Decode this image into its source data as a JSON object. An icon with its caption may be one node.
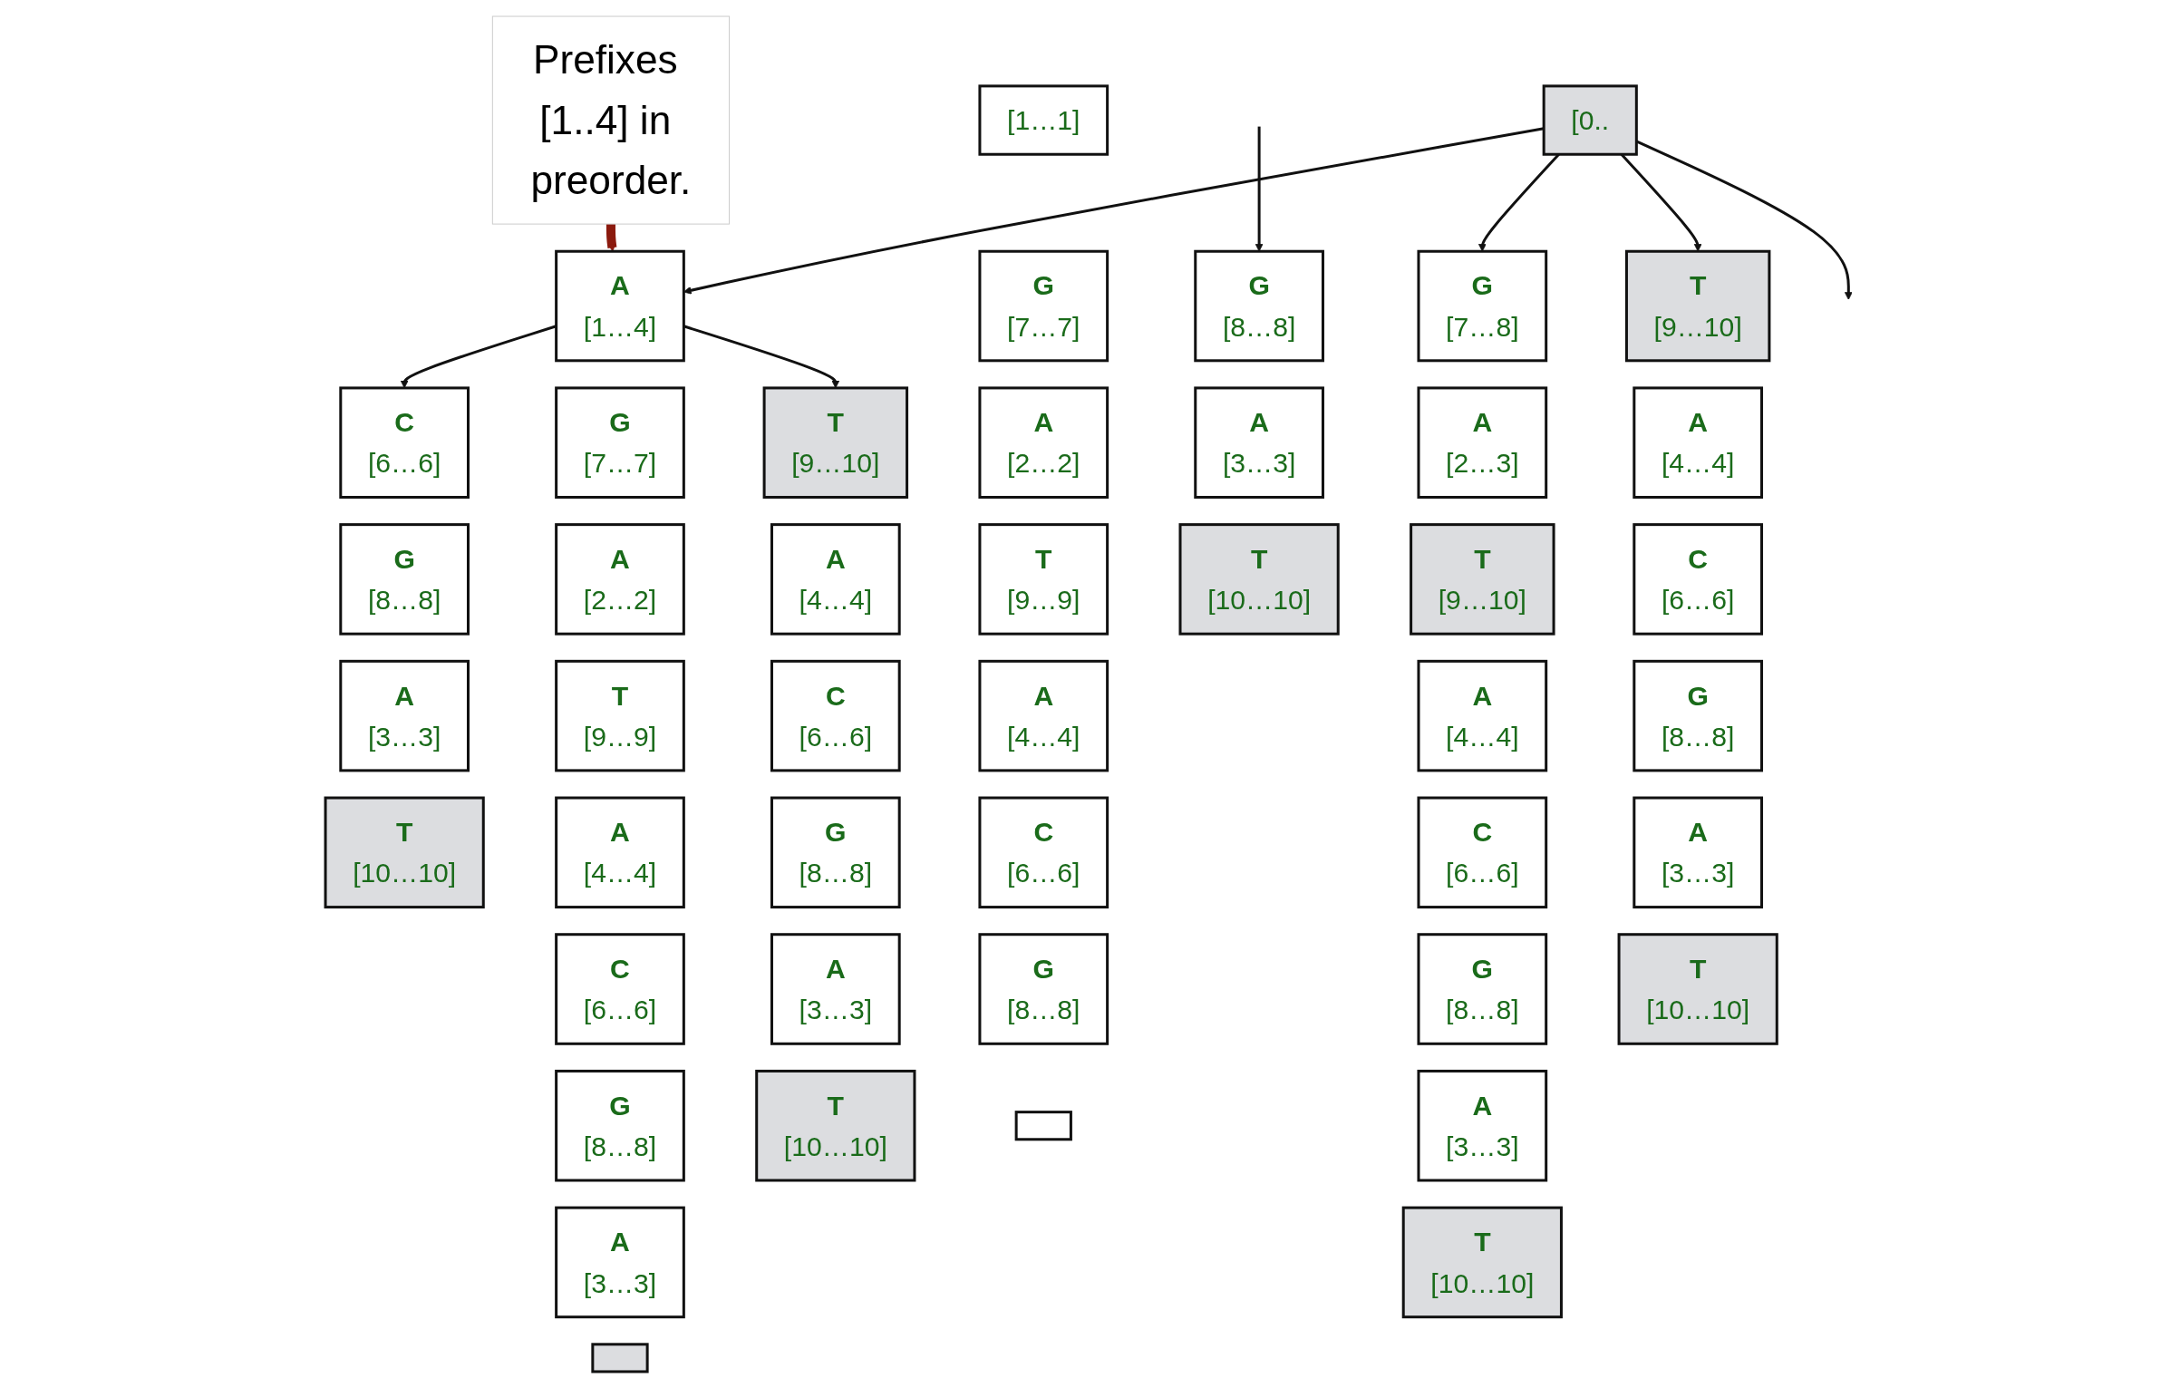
{
  "diagram": {
    "nodes": [
      {
        "text": [
          "[0.."
        ]
      },
      {
        "text": [
          "Prefixes [1..4] in preorder."
        ]
      },
      {
        "text": [
          "C",
          "[6…6]"
        ]
      },
      {
        "text": [
          "G",
          "[8…8]"
        ]
      },
      {
        "text": [
          "A",
          "[3…3]"
        ]
      },
      {
        "text": [
          "T",
          "[10…10]"
        ]
      },
      {
        "text": [
          "A",
          "[1…4]"
        ]
      },
      {
        "text": [
          "G",
          "[7…7]"
        ]
      },
      {
        "text": [
          "A",
          "[2…2]"
        ]
      },
      {
        "text": [
          "T",
          "[9…9]"
        ]
      },
      {
        "text": [
          "A",
          "[4…4]"
        ]
      },
      {
        "text": [
          "C",
          "[6…6]"
        ]
      },
      {
        "text": [
          "G",
          "[8…8]"
        ]
      },
      {
        "text": [
          "A",
          "[3…3]"
        ]
      },
      {
        "text": [],
        "shape": "box"
      },
      {
        "text": [
          "T",
          "[9…10]"
        ]
      },
      {
        "text": [
          "A",
          "[4…4]"
        ]
      },
      {
        "text": [
          "C",
          "[6…6]"
        ]
      },
      {
        "text": [
          "G",
          "[8…8]"
        ]
      },
      {
        "text": [
          "A",
          "[3…3]"
        ]
      },
      {
        "text": [
          "T",
          "[10…10]"
        ]
      },
      {
        "text": [
          "[1…1]"
        ]
      },
      {
        "text": [
          "G",
          "[7…7]"
        ]
      },
      {
        "text": [
          "A",
          "[2…2]"
        ]
      },
      {
        "text": [
          "T",
          "[9…9]"
        ]
      },
      {
        "text": [
          "A",
          "[4…4]"
        ]
      },
      {
        "text": [
          "C",
          "[6…6]"
        ]
      },
      {
        "text": [
          "G",
          "[8…8]"
        ]
      },
      {
        "text": [],
        "shape": "box"
      },
      {
        "text": [
          "G",
          "[8…8]"
        ]
      },
      {
        "text": [
          "A",
          "[3…3]"
        ]
      },
      {
        "text": [
          "T",
          "[10…10]"
        ]
      },
      {
        "text": [
          "G",
          "[7…8]"
        ]
      },
      {
        "text": [
          "A",
          "[2…3]"
        ]
      },
      {
        "text": [
          "T",
          "[9…10]"
        ]
      },
      {
        "text": [
          "A",
          "[4…4]"
        ]
      },
      {
        "text": [
          "C",
          "[6…6]"
        ]
      },
      {
        "text": [
          "G",
          "[8…8]"
        ]
      },
      {
        "text": [
          "A",
          "[3…3]"
        ]
      },
      {
        "text": [
          "T",
          "[10…10]"
        ]
      },
      {
        "text": [
          "T",
          "[9…10]"
        ]
      },
      {
        "text": [
          "A",
          "[4…4]"
        ]
      },
      {
        "text": [
          "C",
          "[6…6]"
        ]
      },
      {
        "text": [
          "G",
          "[8…8]"
        ]
      },
      {
        "text": [
          "A",
          "[3…3]"
        ]
      },
      {
        "text": [
          "T",
          "[10…10]"
        ]
      }
    ],
    "edges": [
      {
        "from": 0,
        "to": null,
        "arrow": "to"
      },
      {
        "from": 0,
        "to": 6,
        "arrow": "to"
      },
      {
        "from": 0,
        "to": 32,
        "arrow": "to"
      },
      {
        "from": 0,
        "to": 40,
        "arrow": "to"
      },
      {
        "from": 6,
        "to": 2,
        "arrow": "to"
      },
      {
        "from": 6,
        "to": 15,
        "arrow": "to"
      },
      {
        "from": null,
        "to": 29,
        "arrow": "to"
      },
      {
        "from": 1,
        "to": 6,
        "arrow": "to",
        "style": "thick",
        "color": "#8b1a0e"
      }
    ]
  }
}
